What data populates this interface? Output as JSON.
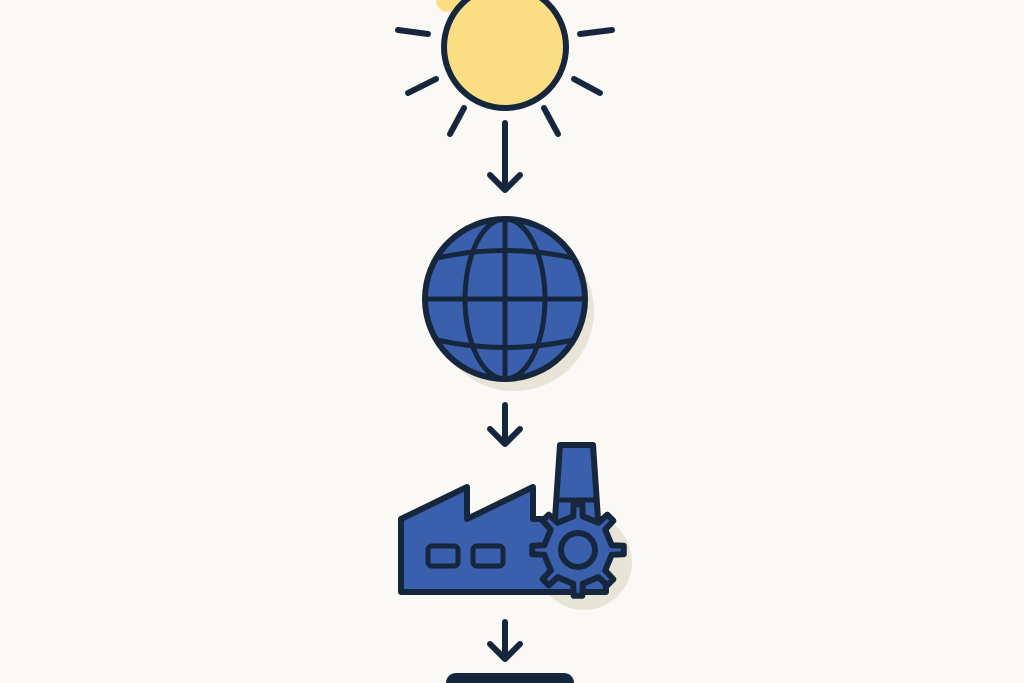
{
  "diagram": {
    "type": "vertical-flow",
    "nodes": [
      {
        "id": "sun",
        "icon": "sun-icon"
      },
      {
        "id": "earth",
        "icon": "globe-icon"
      },
      {
        "id": "factory",
        "icon": "factory-gear-icon"
      },
      {
        "id": "output",
        "icon": "block-icon"
      }
    ],
    "edges": [
      {
        "from": "sun",
        "to": "earth"
      },
      {
        "from": "earth",
        "to": "factory"
      },
      {
        "from": "factory",
        "to": "output"
      }
    ]
  },
  "colors": {
    "background": "#faf9f6",
    "outline": "#16263c",
    "sun_fill": "#fbdd83",
    "globe_fill": "#3a5fad",
    "factory_fill": "#3a5fad",
    "shadow": "#e9e4d8"
  }
}
